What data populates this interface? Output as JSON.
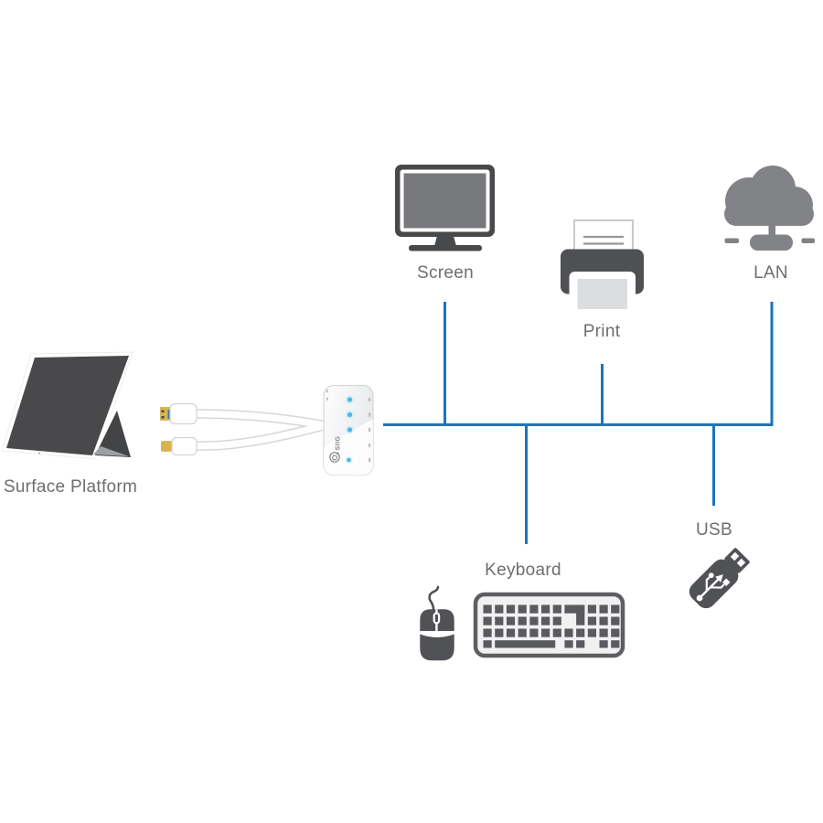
{
  "diagram": {
    "title": "Surface docking hub connectivity diagram",
    "hub_brand": "SIIG",
    "labels": {
      "surface": "Surface Platform",
      "screen": "Screen",
      "print": "Print",
      "lan": "LAN",
      "keyboard": "Keyboard",
      "usb": "USB"
    },
    "icons": [
      "surface-tablet-icon",
      "usb-cable-connector-icon",
      "mini-displayport-connector-icon",
      "hub-device-icon",
      "monitor-icon",
      "printer-icon",
      "cloud-lan-icon",
      "mouse-icon",
      "keyboard-icon",
      "usb-drive-icon"
    ],
    "hub_led_count": 4
  },
  "colors": {
    "connection_line": "#1b75bc",
    "icon_dark": "#515256",
    "icon_monitor_frame": "#48494b",
    "icon_screen_fill": "#77787b",
    "icon_cloud_gray": "#818386",
    "label_text": "#6d6e71",
    "hub_led_blue": "#45b9ee",
    "connector_gold": "#d9b44a",
    "background": "#ffffff"
  }
}
